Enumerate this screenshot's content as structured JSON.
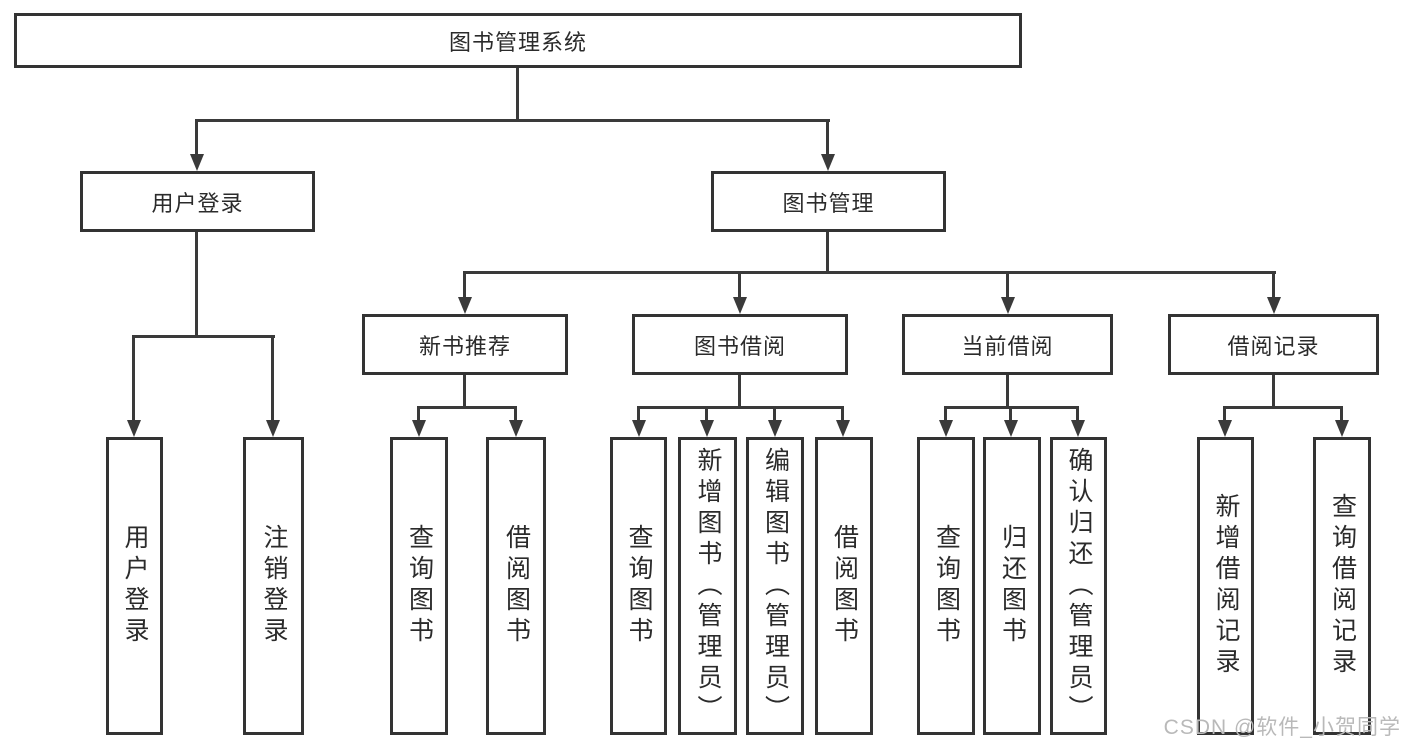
{
  "diagram": {
    "root": {
      "label": "图书管理系统"
    },
    "user_login": {
      "label": "用户登录",
      "children": [
        {
          "label": "用户登录"
        },
        {
          "label": "注销登录"
        }
      ]
    },
    "book_mgmt": {
      "label": "图书管理",
      "children": [
        {
          "label": "新书推荐",
          "children": [
            {
              "label": "查询图书"
            },
            {
              "label": "借阅图书"
            }
          ]
        },
        {
          "label": "图书借阅",
          "children": [
            {
              "label": "查询图书"
            },
            {
              "label": "新增图书（管理员）"
            },
            {
              "label": "编辑图书（管理员）"
            },
            {
              "label": "借阅图书"
            }
          ]
        },
        {
          "label": "当前借阅",
          "children": [
            {
              "label": "查询图书"
            },
            {
              "label": "归还图书"
            },
            {
              "label": "确认归还（管理员）"
            }
          ]
        },
        {
          "label": "借阅记录",
          "children": [
            {
              "label": "新增借阅记录"
            },
            {
              "label": "查询借阅记录"
            }
          ]
        }
      ]
    }
  },
  "colors": {
    "line": "#3a3a3a",
    "box_border": "#333333",
    "box_fill": "#ffffff",
    "watermark": "#b9b9b9"
  },
  "watermark": "CSDN @软件_小贺同学"
}
